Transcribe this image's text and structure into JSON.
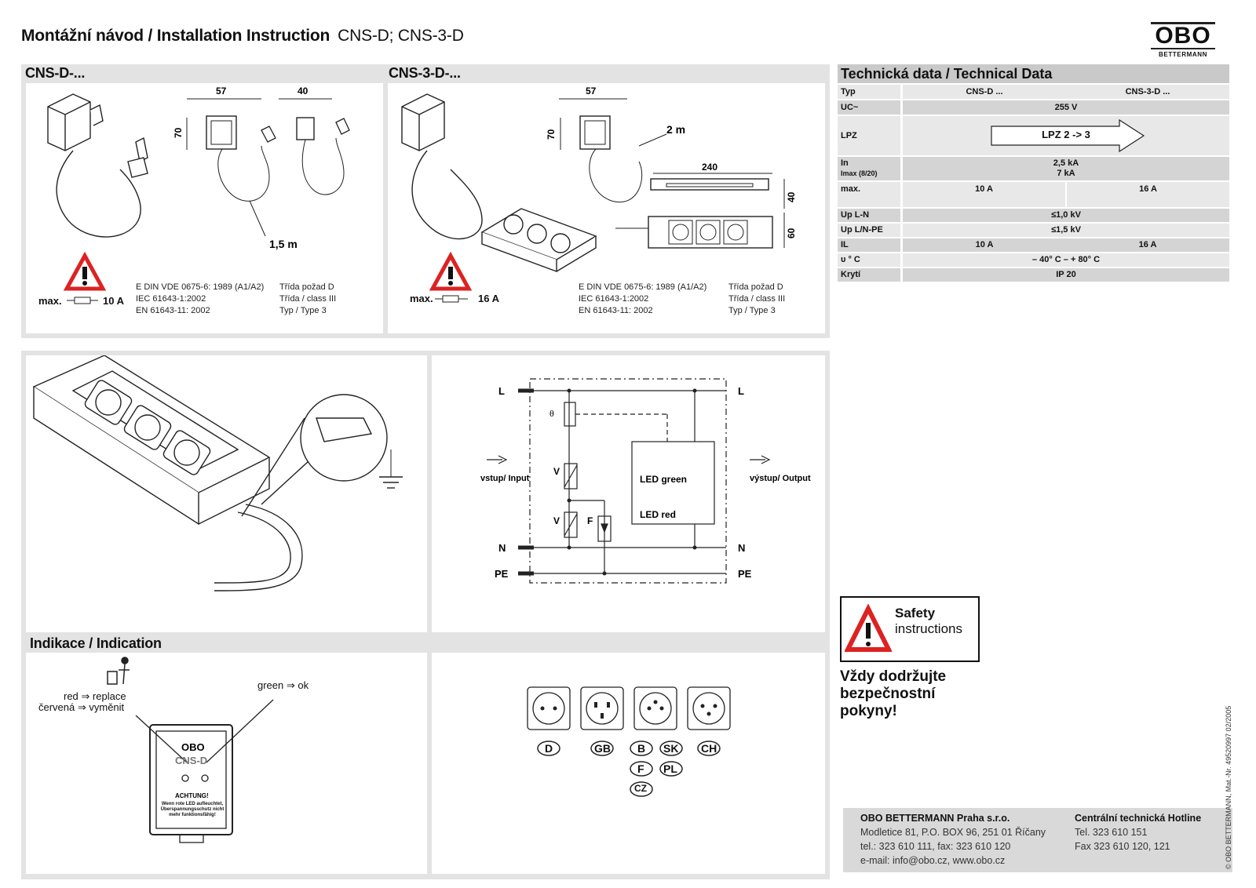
{
  "header": {
    "title": "Montážní návod / Installation Instruction",
    "model": "CNS-D; CNS-3-D",
    "logo_word": "OBO",
    "logo_sub": "BETTERMANN"
  },
  "panel_cns_d": {
    "title": "CNS-D-...",
    "dim_w1": "57",
    "dim_w2": "40",
    "dim_h": "70",
    "cable": "1,5 m",
    "max_label": "max.",
    "fuse": "10 A",
    "standards": [
      "E DIN VDE 0675-6: 1989 (A1/A2)",
      "IEC 61643-1:2002",
      "EN 61643-11: 2002"
    ],
    "class_lines": [
      "Třída požad D",
      "Třída / class III",
      "Typ / Type 3"
    ]
  },
  "panel_cns_3d": {
    "title": "CNS-3-D-...",
    "dim_w": "57",
    "dim_h": "70",
    "cable": "2 m",
    "length": "240",
    "h1": "40",
    "h2": "60",
    "max_label": "max.",
    "fuse": "16 A",
    "standards": [
      "E DIN VDE 0675-6: 1989 (A1/A2)",
      "IEC 61643-1:2002",
      "EN 61643-11: 2002"
    ],
    "class_lines": [
      "Třída požad D",
      "Třída / class III",
      "Typ / Type 3"
    ]
  },
  "schematic": {
    "L": "L",
    "N": "N",
    "PE": "PE",
    "theta": "θ",
    "V": "V",
    "F": "F",
    "led_green": "LED green",
    "led_red": "LED red",
    "input": "vstup/ Input",
    "output": "výstup/ Output"
  },
  "indication": {
    "title": "Indikace / Indication",
    "red_replace": "red ⇒ replace",
    "cz_replace": "červená ⇒ vyměnit",
    "green_ok": "green ⇒ ok",
    "device_logo": "OBO",
    "device_name": "CNS-D",
    "achtung": "ACHTUNG!",
    "device_note": "Wenn rote LED aufleuchtet, Überspannungsschutz nicht mehr funktionsfähig!"
  },
  "countries": [
    "D",
    "GB",
    "B",
    "SK",
    "CH",
    "F",
    "PL",
    "CZ"
  ],
  "tech": {
    "title": "Technická data / Technical Data",
    "rows": [
      {
        "k": "Typ",
        "a": "CNS-D ...",
        "b": "CNS-3-D ..."
      },
      {
        "k": "UC~",
        "v": "255 V"
      },
      {
        "k": "LPZ",
        "v": "LPZ 2 -> 3"
      },
      {
        "k": "In",
        "k2": "Imax (8/20)",
        "v": "2,5 kA",
        "v2": "7 kA"
      },
      {
        "k": "max.",
        "a": "10 A",
        "b": "16 A"
      },
      {
        "k": "Up L-N",
        "v": "≤1,0 kV"
      },
      {
        "k": "Up L/N-PE",
        "v": "≤1,5 kV"
      },
      {
        "k": "IL",
        "a": "10 A",
        "b": "16 A"
      },
      {
        "k": "υ ° C",
        "v": "– 40° C – + 80° C"
      },
      {
        "k": "Krytí",
        "v": "IP 20"
      }
    ]
  },
  "safety": {
    "line1": "Safety",
    "line2": "instructions",
    "cz1": "Vždy dodržujte",
    "cz2": "bezpečnostní",
    "cz3": "pokyny!"
  },
  "footer": {
    "company": "OBO BETTERMANN Praha s.r.o.",
    "address": "Modletice 81, P.O. BOX 96, 251 01 Říčany",
    "phone": "tel.: 323 610 111, fax: 323 610 120",
    "email": "e-mail: info@obo.cz, www.obo.cz",
    "hotline_title": "Centrální technická Hotline",
    "hotline_tel": "Tel. 323 610 151",
    "hotline_fax": "Fax 323 610 120, 121"
  },
  "side_note": "© OBO BETTERMANN,   Mat.-Nr. 49520997 02/2005"
}
